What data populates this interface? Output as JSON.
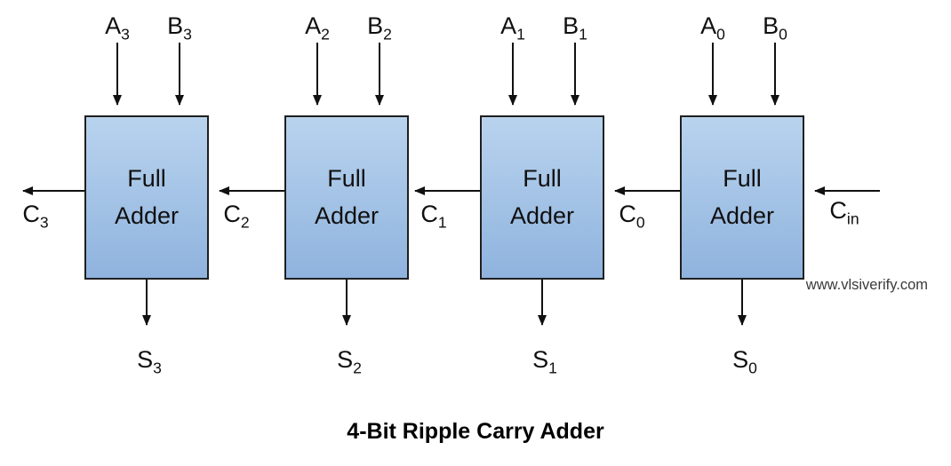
{
  "title": "4-Bit Ripple Carry Adder",
  "watermark": "www.vlsiverify.com",
  "colors": {
    "box_fill_top": "#b9d3ee",
    "box_fill_bottom": "#8fb3de",
    "box_border": "#1f1f1f",
    "wire": "#111111"
  },
  "carry_in": {
    "base": "C",
    "sub": "in"
  },
  "adders": [
    {
      "label_line1": "Full",
      "label_line2": "Adder",
      "input_a": {
        "base": "A",
        "sub": "3"
      },
      "input_b": {
        "base": "B",
        "sub": "3"
      },
      "sum": {
        "base": "S",
        "sub": "3"
      },
      "carry": {
        "base": "C",
        "sub": "3"
      }
    },
    {
      "label_line1": "Full",
      "label_line2": "Adder",
      "input_a": {
        "base": "A",
        "sub": "2"
      },
      "input_b": {
        "base": "B",
        "sub": "2"
      },
      "sum": {
        "base": "S",
        "sub": "2"
      },
      "carry": {
        "base": "C",
        "sub": "2"
      }
    },
    {
      "label_line1": "Full",
      "label_line2": "Adder",
      "input_a": {
        "base": "A",
        "sub": "1"
      },
      "input_b": {
        "base": "B",
        "sub": "1"
      },
      "sum": {
        "base": "S",
        "sub": "1"
      },
      "carry": {
        "base": "C",
        "sub": "1"
      }
    },
    {
      "label_line1": "Full",
      "label_line2": "Adder",
      "input_a": {
        "base": "A",
        "sub": "0"
      },
      "input_b": {
        "base": "B",
        "sub": "0"
      },
      "sum": {
        "base": "S",
        "sub": "0"
      },
      "carry": {
        "base": "C",
        "sub": "0"
      }
    }
  ]
}
